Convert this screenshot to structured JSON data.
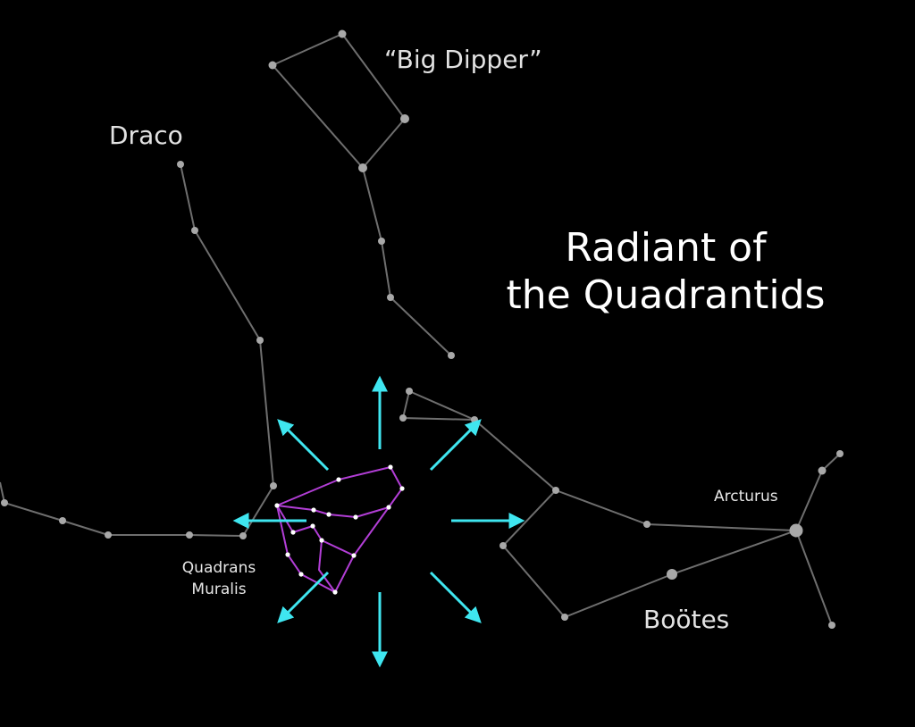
{
  "labels": {
    "big_dipper": "“Big Dipper”",
    "draco": "Draco",
    "title_line1": "Radiant of",
    "title_line2": "the Quadrantids",
    "arcturus": "Arcturus",
    "quadrans_line1": "Quadrans",
    "quadrans_line2": "Muralis",
    "bootes": "Boötes"
  },
  "colors": {
    "background": "#000000",
    "constellation_line": "#6e6e6e",
    "star": "#a8a8a8",
    "quadrans": "#b23ed6",
    "quadrans_star": "#ffffff",
    "meteor_arrow": "#3fe6f0",
    "title": "#ffffff",
    "label": "#d8d8d8"
  }
}
